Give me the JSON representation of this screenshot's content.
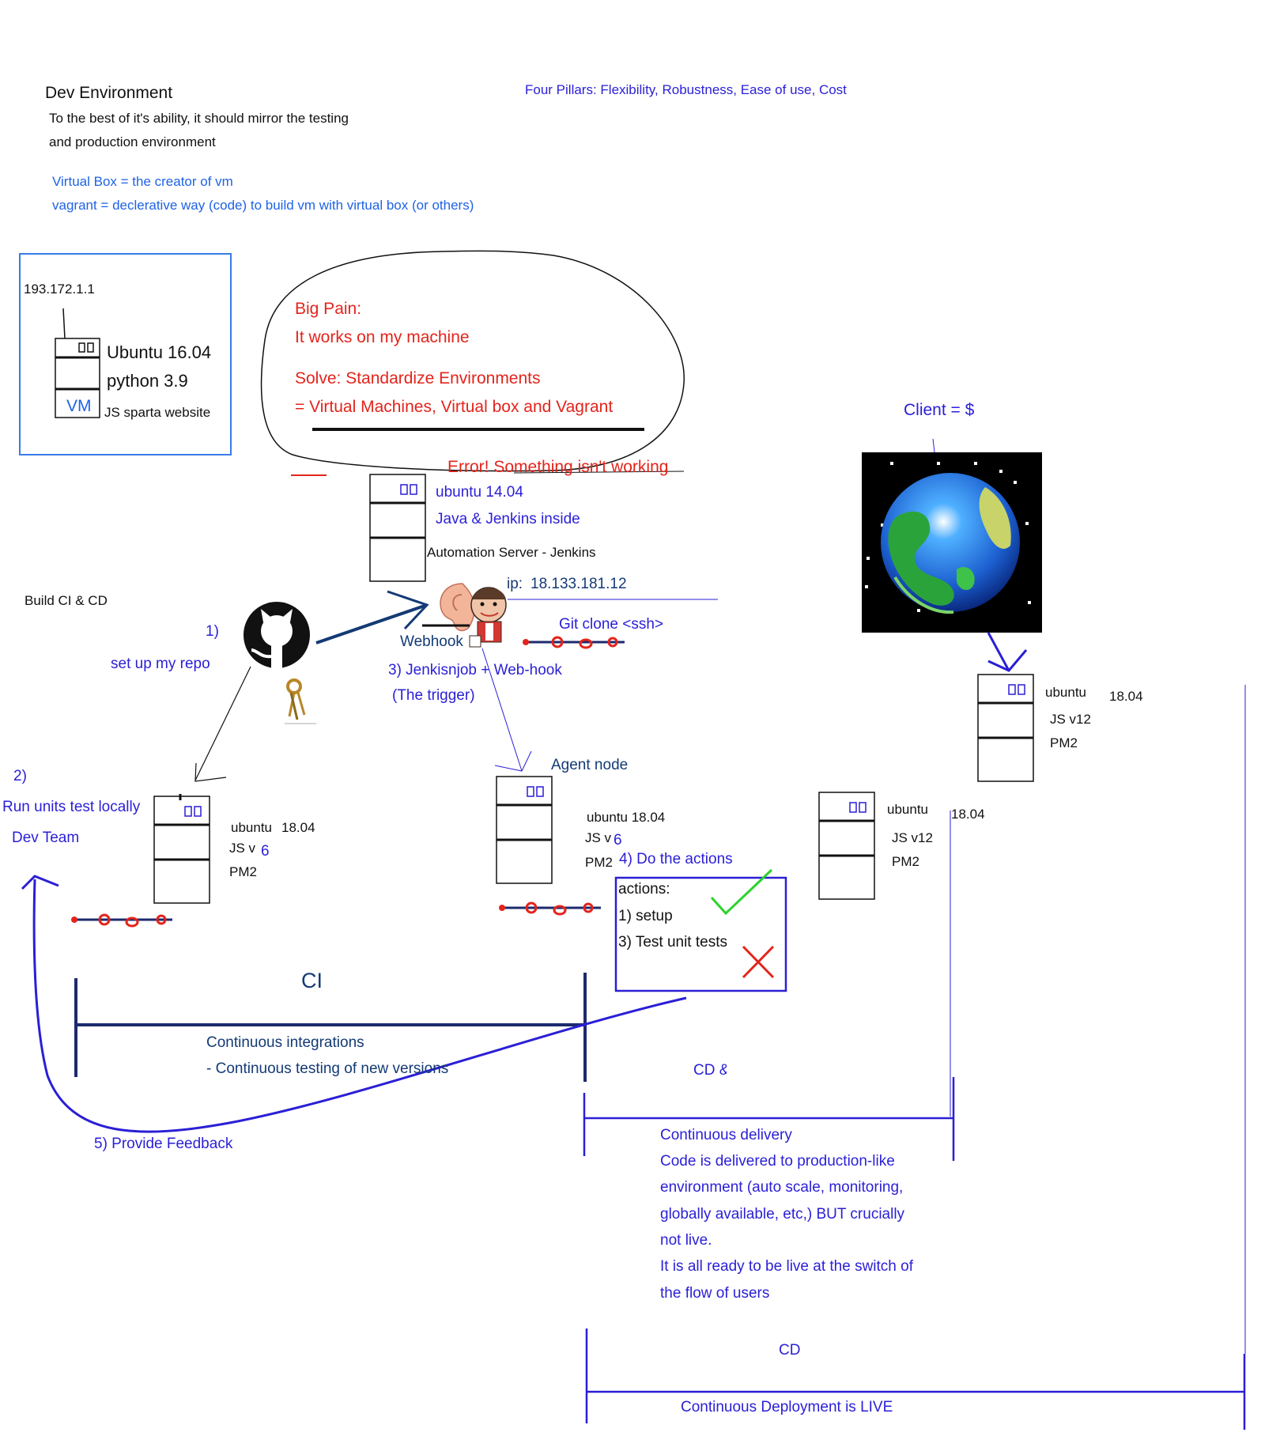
{
  "header": {
    "title": "Dev Environment",
    "pillars": "Four Pillars: Flexibility, Robustness, Ease of use, Cost",
    "mirror_line1": "To the best of it's ability, it should mirror the testing",
    "mirror_line2": "and production environment",
    "virtualbox": "Virtual Box = the creator of vm",
    "vagrant": "vagrant = declerative way (code) to build vm with virtual box (or others)"
  },
  "vm_box": {
    "ip": "193.172.1.1",
    "os": "Ubuntu 16.04",
    "python": "python 3.9",
    "tag": "VM",
    "site": "JS sparta website"
  },
  "pain": {
    "title": "Big Pain:",
    "line1": "It works on my machine",
    "solve": "Solve: Standardize Environments",
    "solve2": "= Virtual Machines, Virtual box and Vagrant",
    "error": "Error! Something isn't working"
  },
  "jenkins": {
    "os": "ubuntu 14.04",
    "inside": "Java & Jenkins inside",
    "name": "Automation Server - Jenkins",
    "ip_label": "ip:",
    "ip": "18.133.181.12",
    "git_clone": "Git clone <ssh>",
    "webhook": "Webhook",
    "job": "3) Jenkisnjob + Web-hook",
    "trigger": "(The trigger)"
  },
  "client": {
    "label": "Client = $"
  },
  "build": {
    "title": "Build CI & CD",
    "step1": "1)",
    "step1_text": "set up my repo",
    "step2": "2)",
    "step2_text": "Run units test locally",
    "dev_team": "Dev Team"
  },
  "dev_server": {
    "os": "ubuntu",
    "ver": "18.04",
    "js": "JS v",
    "js_ver": "6",
    "pm2": "PM2"
  },
  "agent": {
    "label": "Agent node",
    "os": "ubuntu 18.04",
    "js": "JS v",
    "js_ver": "6",
    "pm2": "PM2",
    "step4": "4) Do the actions",
    "actions_title": "actions:",
    "action1": "1) setup",
    "action2": "3) Test unit tests"
  },
  "prod_servers": [
    {
      "os": "ubuntu",
      "ver": "18.04",
      "js": "JS v12",
      "pm2": "PM2"
    },
    {
      "os": "ubuntu",
      "ver": "18.04",
      "js": "JS v12",
      "pm2": "PM2"
    }
  ],
  "ci": {
    "label": "CI",
    "title": "Continuous integrations",
    "desc": "- Continuous testing of new versions",
    "feedback": "5) Provide Feedback"
  },
  "cd_delivery": {
    "label": "CD &",
    "title": "Continuous delivery",
    "lines": [
      "Code is delivered to production-like",
      "environment (auto scale, monitoring,",
      "globally available, etc,)  BUT crucially",
      "not live.",
      "It is all ready to be live at the switch of",
      "the flow of users"
    ]
  },
  "cd_deploy": {
    "label": "CD",
    "title": "Continuous Deployment is LIVE"
  },
  "colors": {
    "blue": "#2a1fd6",
    "light_blue": "#1f63e6",
    "red": "#e3241b",
    "navy": "#143a75"
  }
}
